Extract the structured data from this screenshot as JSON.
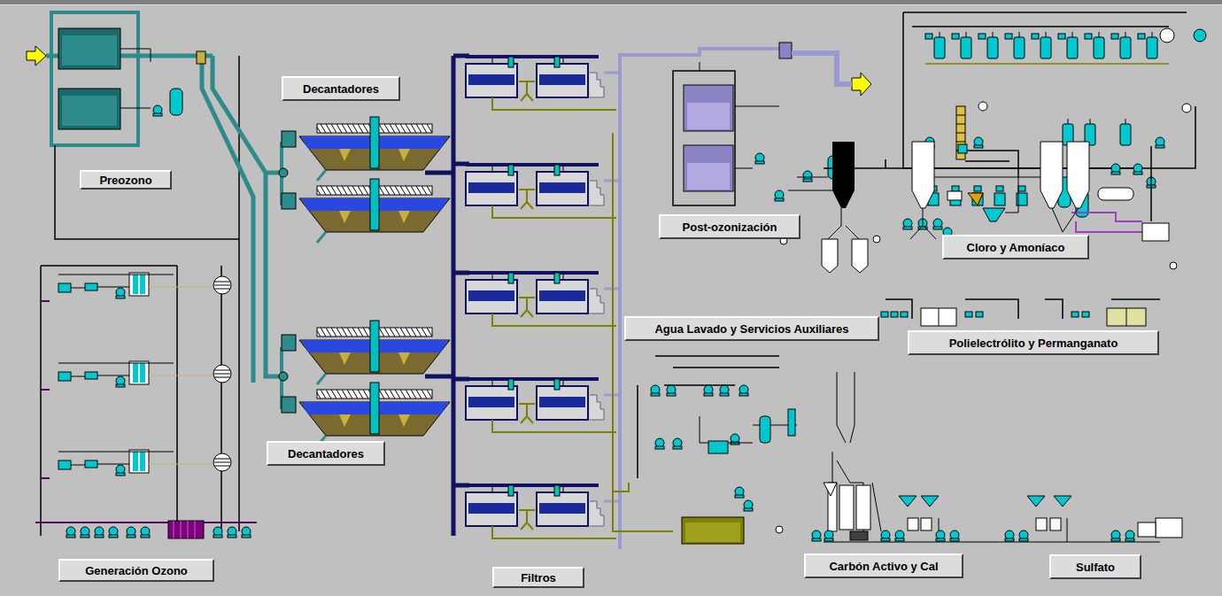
{
  "diagram": {
    "nodes": [
      {
        "text": [
          "Preozono"
        ]
      },
      {
        "text": [
          "Decantadores"
        ]
      },
      {
        "text": [
          "Post-ozonización"
        ]
      },
      {
        "text": [
          "Cloro y Amoníaco"
        ]
      },
      {
        "text": [
          "Agua Lavado y Servicios Auxiliares"
        ]
      },
      {
        "text": [
          "Polielectrólito y Permanganato"
        ]
      },
      {
        "text": [
          "Decantadores"
        ]
      },
      {
        "text": [
          "Generación Ozono"
        ]
      },
      {
        "text": [
          "Filtros"
        ]
      },
      {
        "text": [
          "Carbón Activo y Cal"
        ]
      },
      {
        "text": [
          "Sulfato"
        ]
      }
    ]
  }
}
